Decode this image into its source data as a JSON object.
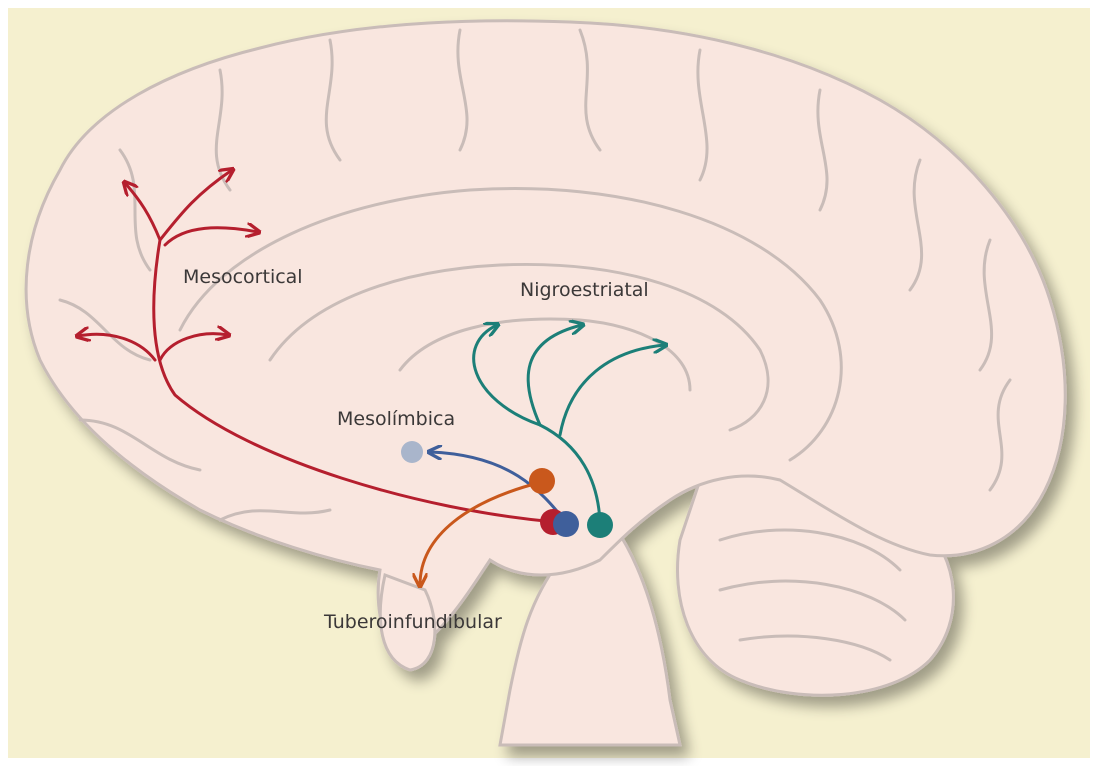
{
  "figure": {
    "colors": {
      "background": "#f5f0cf",
      "brain_fill": "#f9e6df",
      "outline": "#c9bcb8",
      "mesocortical": "#b51f2e",
      "mesolimbic": "#3f5f9b",
      "mesolimbic_target": "#a9b5cb",
      "nigrostriatal": "#1c7f78",
      "tuberoinfundibular": "#c9581c"
    }
  },
  "labels": {
    "mesocortical": "Mesocortical",
    "nigrostriatal": "Nigroestriatal",
    "mesolimbic": "Mesolímbica",
    "tuberoinfundibular": "Tuberoinfundibular"
  }
}
